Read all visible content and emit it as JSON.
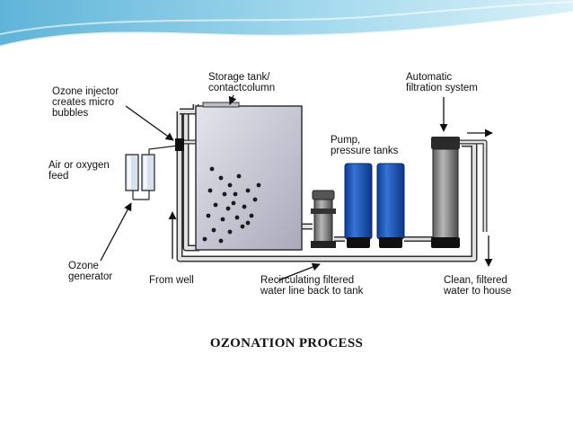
{
  "diagram": {
    "labels": {
      "ozone_injector": "Ozone injector\ncreates micro\nbubbles",
      "storage_tank": "Storage tank/\ncontactcolumn",
      "automatic_filtration": "Automatic\nfiltration system",
      "pump_tanks": "Pump,\npressure tanks",
      "air_oxygen": "Air or oxygen\nfeed",
      "ozone_generator": "Ozone\ngenerator",
      "from_well": "From well",
      "recirculating": "Recirculating filtered\nwater line back to tank",
      "clean_water": "Clean, filtered\nwater to house"
    },
    "caption": "OZONATION PROCESS"
  },
  "colors": {
    "tank_gray": "#c8c8d2",
    "pump_blue": "#1f55b8",
    "filter_gray": "#8a8a8a",
    "pipe_gray": "#d6d6d6",
    "header_wave": "#8ccbe3"
  }
}
